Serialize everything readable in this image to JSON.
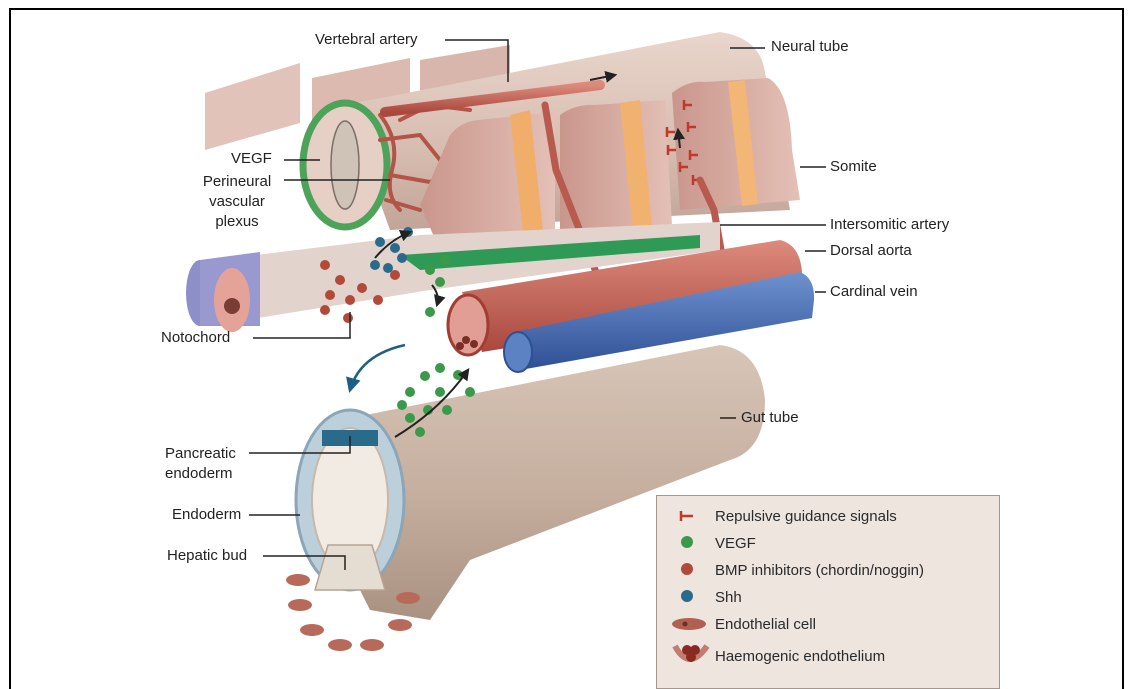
{
  "labels": {
    "vertebral_artery": "Vertebral artery",
    "neural_tube": "Neural tube",
    "vegf": "VEGF",
    "perineural_vascular_plexus": "Perineural\nvascular\nplexus",
    "somite": "Somite",
    "intersomitic_artery": "Intersomitic artery",
    "dorsal_aorta": "Dorsal aorta",
    "cardinal_vein": "Cardinal vein",
    "notochord": "Notochord",
    "gut_tube": "Gut tube",
    "pancreatic_endoderm": "Pancreatic\nendoderm",
    "endoderm": "Endoderm",
    "hepatic_bud": "Hepatic bud"
  },
  "legend": [
    {
      "symbol": "repulsive-guidance-icon",
      "label": "Repulsive guidance signals",
      "color": "#c0392b"
    },
    {
      "symbol": "vegf-dot-icon",
      "label": "VEGF",
      "color": "#3a9a4a"
    },
    {
      "symbol": "bmp-inhibitor-dot-icon",
      "label": "BMP inhibitors (chordin/noggin)",
      "color": "#b24a3a"
    },
    {
      "symbol": "shh-dot-icon",
      "label": "Shh",
      "color": "#2a6a8a"
    },
    {
      "symbol": "endothelial-cell-icon",
      "label": "Endothelial cell",
      "color": "#b06050"
    },
    {
      "symbol": "haemogenic-endothelium-icon",
      "label": "Haemogenic endothelium",
      "color": "#8a2a22"
    }
  ],
  "colors": {
    "neural_tube": "#ddc4b8",
    "somite": "#d9aaa0",
    "somite_stripe": "#f0b070",
    "artery": "#c8685c",
    "vein": "#4a72b8",
    "notochord_green": "#2f9a55",
    "gut_tube": "#c9b4a4",
    "vegf": "#3a9a4a",
    "bmp": "#b24a3a",
    "shh": "#2a6a8a"
  }
}
